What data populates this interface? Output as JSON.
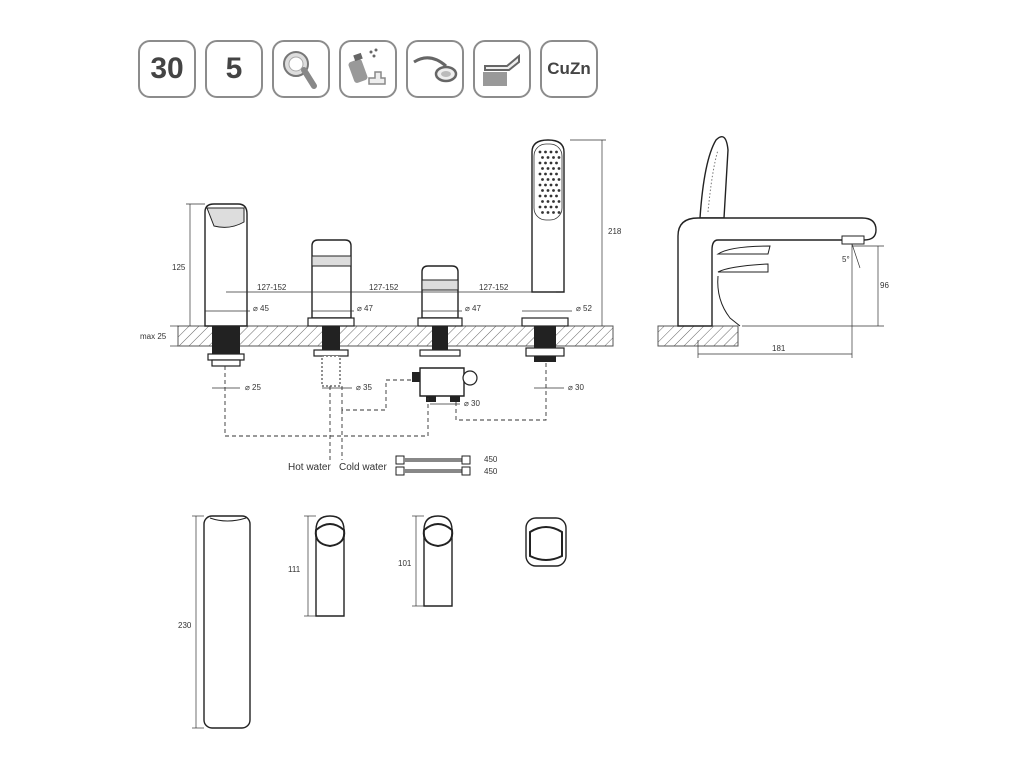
{
  "badges": [
    {
      "text": "30"
    },
    {
      "text": "5"
    },
    {
      "icon": "hand-shower-icon"
    },
    {
      "icon": "cleaning-spray-icon"
    },
    {
      "icon": "tap-lever-icon"
    },
    {
      "icon": "cartridge-icon"
    },
    {
      "text": "CuZn"
    }
  ],
  "dims": {
    "h125": "125",
    "spacing": "127-152",
    "d45": "⌀ 45",
    "d47": "⌀ 47",
    "d52": "⌀ 52",
    "d25": "⌀ 25",
    "d35": "⌀ 35",
    "d30": "⌀ 30",
    "max25": "max 25",
    "h218": "218",
    "h96": "96",
    "w181": "181",
    "angle": "5°",
    "h230": "230",
    "h111": "111",
    "h101": "101",
    "hose1": "450",
    "hose2": "450"
  },
  "labels": {
    "hot_water": "Hot water",
    "cold_water": "Cold water"
  }
}
